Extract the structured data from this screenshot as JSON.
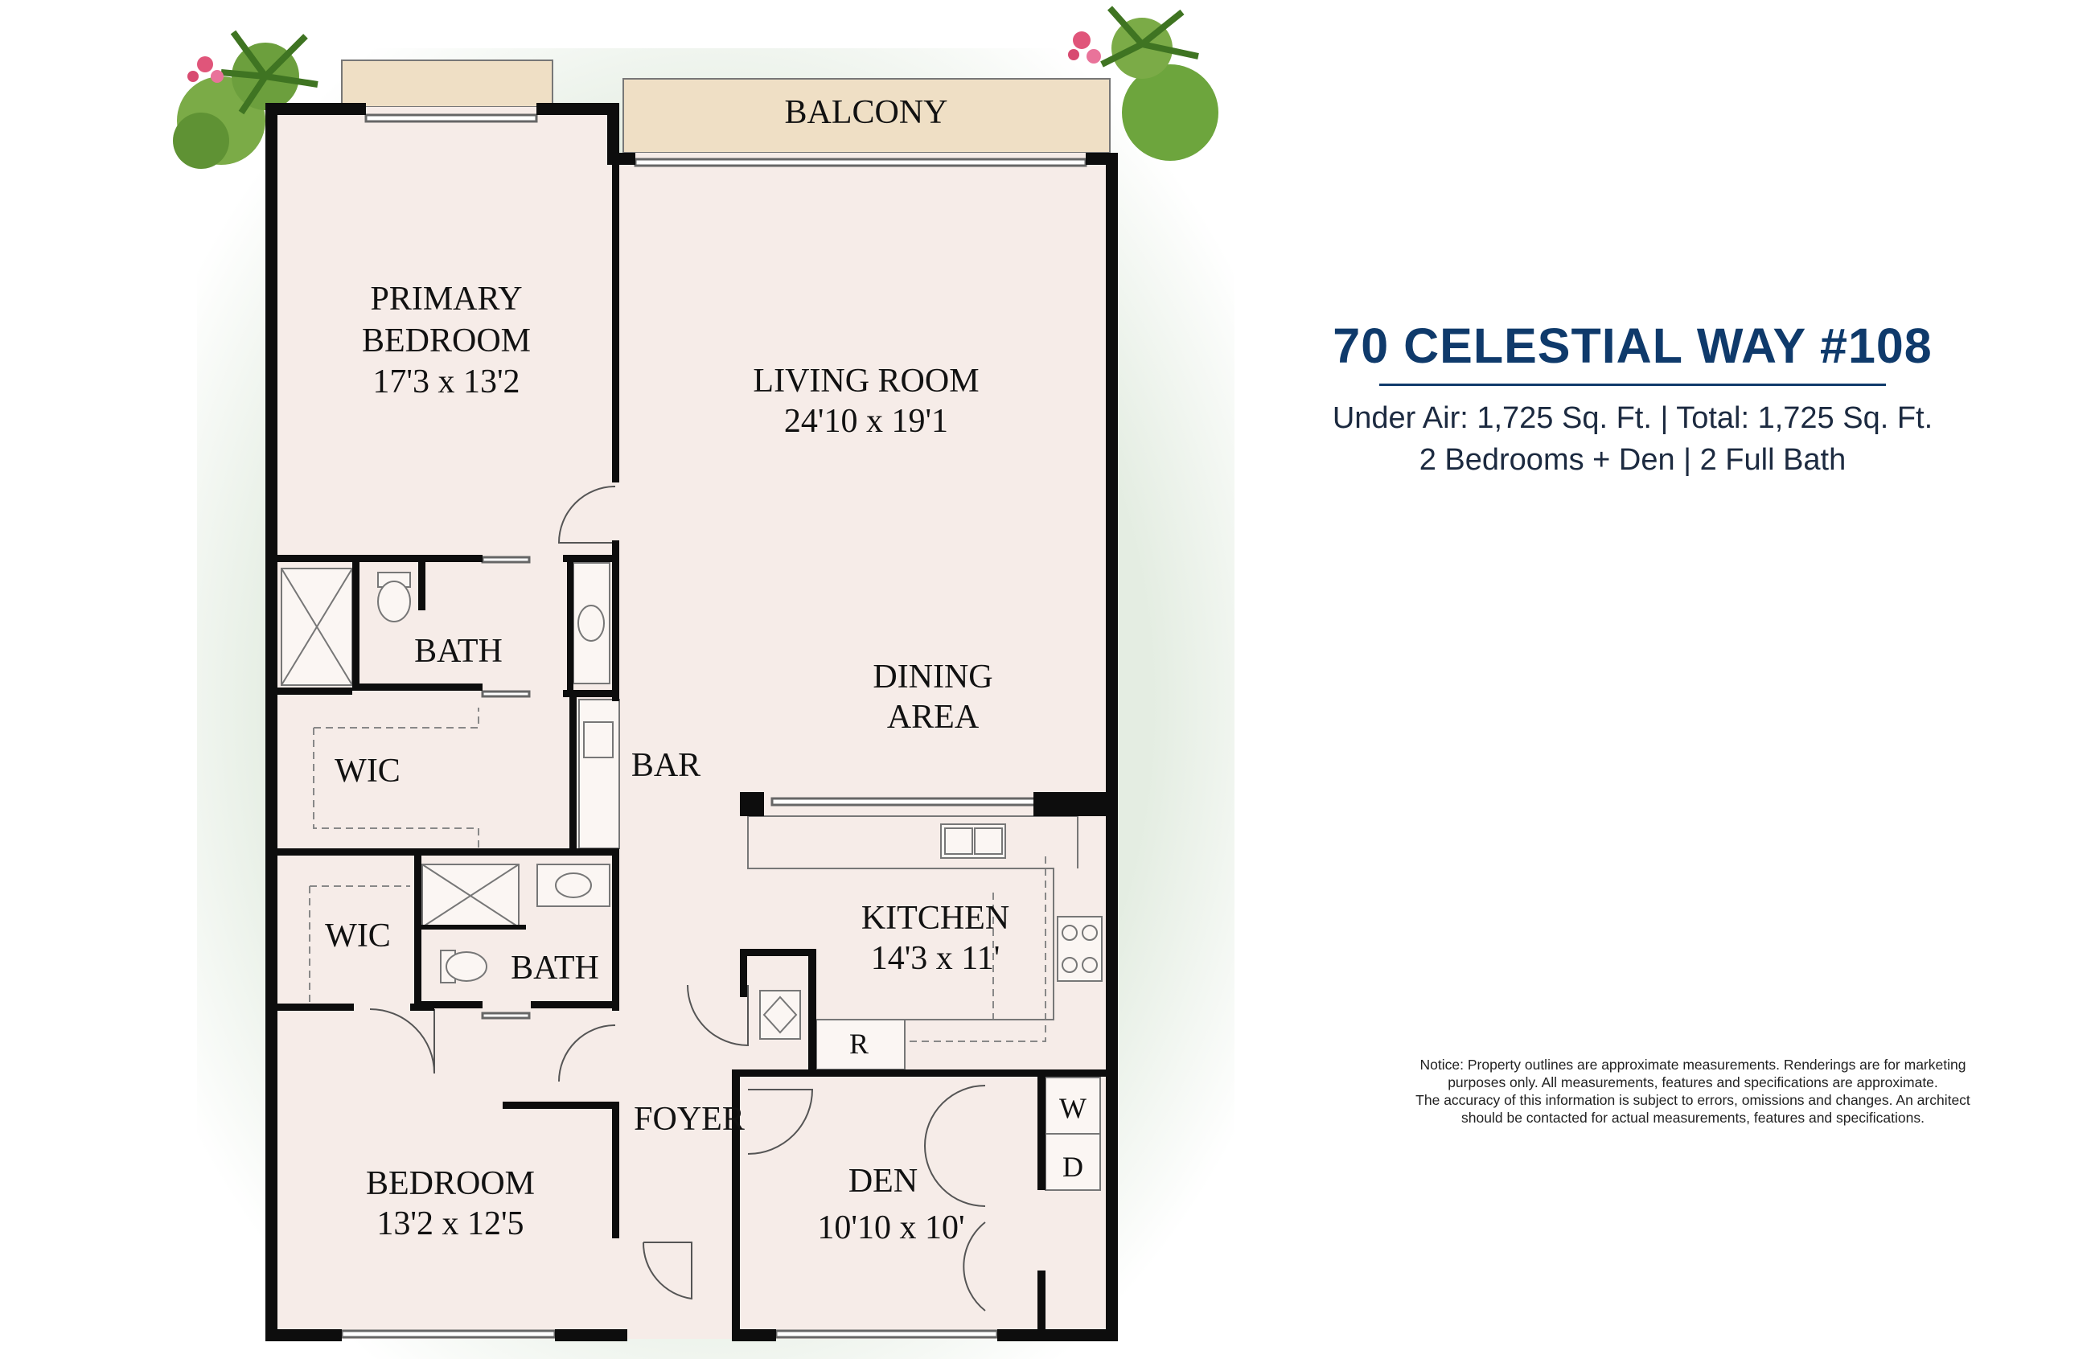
{
  "property": {
    "title": "70 CELESTIAL WAY #108",
    "area_line": "Under Air: 1,725 Sq. Ft. | Total: 1,725 Sq. Ft.",
    "rooms_line": "2 Bedrooms + Den | 2 Full Bath"
  },
  "notice": {
    "line1": "Notice: Property outlines are approximate measurements. Renderings are for marketing",
    "line2": "purposes only. All measurements, features and specifications are approximate.",
    "line3": "The accuracy of this information is subject to errors, omissions and changes. An architect",
    "line4": "should be contacted for actual measurements, features and specifications."
  },
  "rooms": {
    "balcony": "BALCONY",
    "primary_bedroom_l1": "PRIMARY",
    "primary_bedroom_l2": "BEDROOM",
    "primary_bedroom_dims": "17'3 x 13'2",
    "living_room": "LIVING ROOM",
    "living_room_dims": "24'10 x 19'1",
    "dining_l1": "DINING",
    "dining_l2": "AREA",
    "bath_primary": "BATH",
    "wic_primary": "WIC",
    "bar": "BAR",
    "wic_second": "WIC",
    "bath_second": "BATH",
    "kitchen": "KITCHEN",
    "kitchen_dims": "14'3 x 11'",
    "refrigerator": "R",
    "foyer": "FOYER",
    "bedroom": "BEDROOM",
    "bedroom_dims": "13'2 x 12'5",
    "den": "DEN",
    "den_dims": "10'10 x 10'",
    "washer": "W",
    "dryer": "D"
  },
  "colors": {
    "floor": "#f6ece8",
    "wall": "#0d0d0d",
    "balcony": "#efdfc5",
    "title_blue": "#0f3a6b",
    "lawn": "#e8efe6"
  },
  "icons": {
    "landscape_left": "palm-tree-flowers-icon",
    "landscape_right": "palm-tree-shrub-icon"
  }
}
